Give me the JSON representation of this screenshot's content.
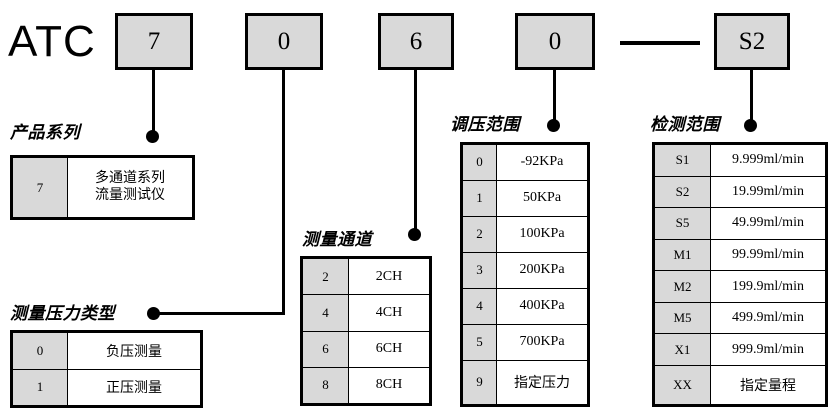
{
  "diagram": {
    "title_prefix": "ATC",
    "code_boxes": [
      {
        "name": "series",
        "value": "7"
      },
      {
        "name": "pressure-type",
        "value": "0"
      },
      {
        "name": "channels",
        "value": "6"
      },
      {
        "name": "pressure-range",
        "value": "0"
      },
      {
        "name": "detection-range",
        "value": "S2"
      }
    ],
    "separator": "—"
  },
  "sections": {
    "product_series": {
      "label": "产品系列",
      "rows": [
        {
          "key": "7",
          "value_line1": "多通道系列",
          "value_line2": "流量测试仪"
        }
      ]
    },
    "pressure_type": {
      "label": "测量压力类型",
      "rows": [
        {
          "key": "0",
          "value": "负压测量"
        },
        {
          "key": "1",
          "value": "正压测量"
        }
      ]
    },
    "measure_channel": {
      "label": "测量通道",
      "rows": [
        {
          "key": "2",
          "value": "2CH"
        },
        {
          "key": "4",
          "value": "4CH"
        },
        {
          "key": "6",
          "value": "6CH"
        },
        {
          "key": "8",
          "value": "8CH"
        }
      ]
    },
    "pressure_range": {
      "label": "调压范围",
      "rows": [
        {
          "key": "0",
          "value": "-92KPa"
        },
        {
          "key": "1",
          "value": "50KPa"
        },
        {
          "key": "2",
          "value": "100KPa"
        },
        {
          "key": "3",
          "value": "200KPa"
        },
        {
          "key": "4",
          "value": "400KPa"
        },
        {
          "key": "5",
          "value": "700KPa"
        },
        {
          "key": "9",
          "value": "指定压力"
        }
      ]
    },
    "detection_range": {
      "label": "检测范围",
      "rows": [
        {
          "key": "S1",
          "value": "9.999ml/min"
        },
        {
          "key": "S2",
          "value": "19.99ml/min"
        },
        {
          "key": "S5",
          "value": "49.99ml/min"
        },
        {
          "key": "M1",
          "value": "99.99ml/min"
        },
        {
          "key": "M2",
          "value": "199.9ml/min"
        },
        {
          "key": "M5",
          "value": "499.9ml/min"
        },
        {
          "key": "X1",
          "value": "999.9ml/min"
        },
        {
          "key": "XX",
          "value": "指定量程"
        }
      ]
    }
  },
  "colors": {
    "key_cell_fill": "#d9d9d9",
    "box_fill": "#d9d9d9",
    "line": "#000000",
    "background": "#ffffff"
  }
}
